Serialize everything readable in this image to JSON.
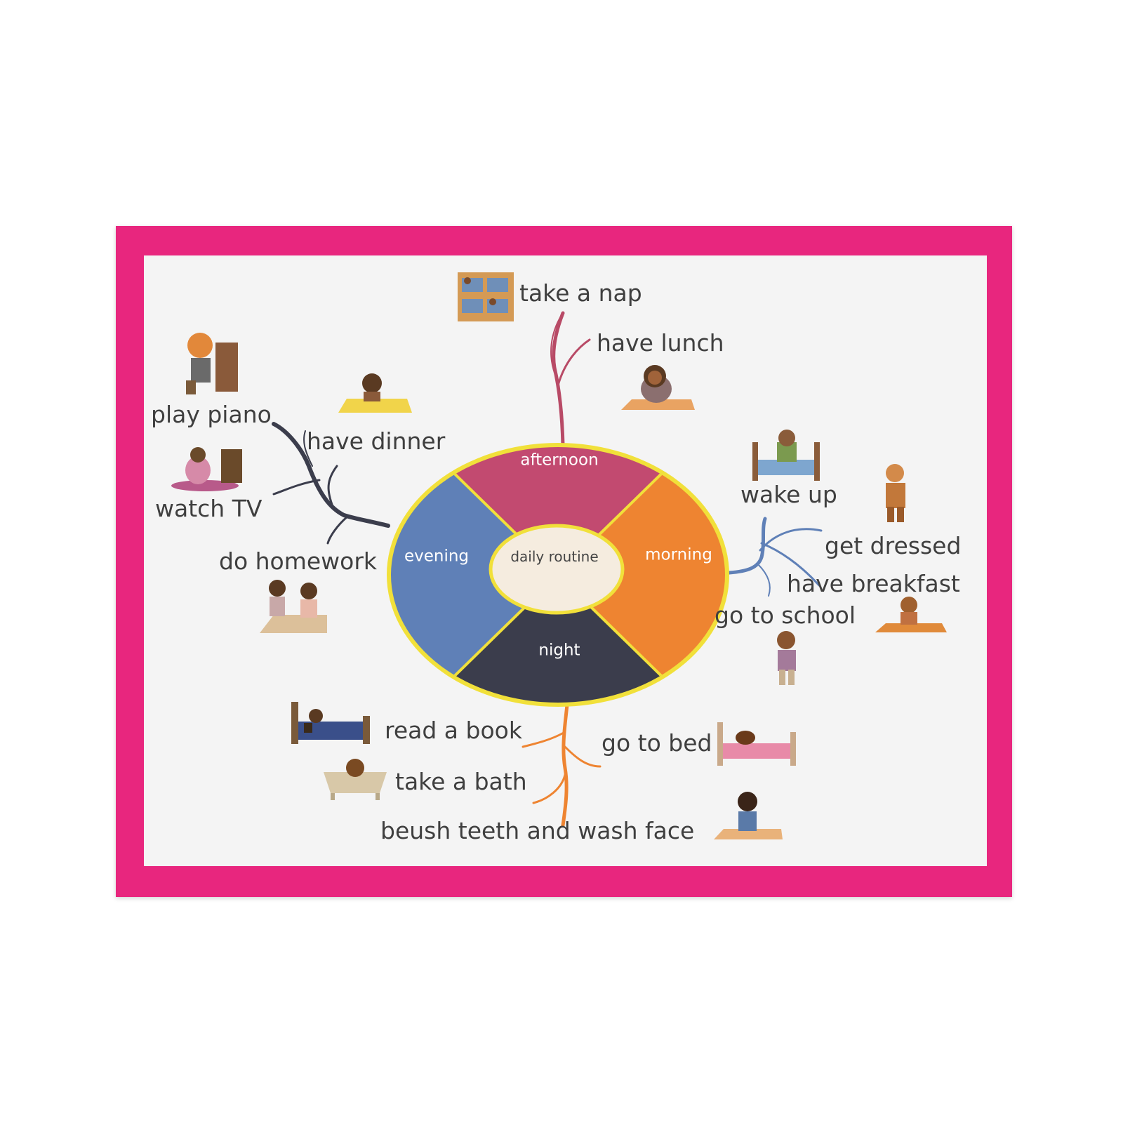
{
  "center": {
    "label": "daily routine"
  },
  "segments": {
    "afternoon": {
      "label": "afternoon",
      "color": "#c24a70"
    },
    "morning": {
      "label": "morning",
      "color": "#ee8431"
    },
    "night": {
      "label": "night",
      "color": "#3b3d4c"
    },
    "evening": {
      "label": "evening",
      "color": "#5f80b7"
    }
  },
  "branches": {
    "afternoon": {
      "color": "#b84a66",
      "items": [
        "take a nap",
        "have lunch"
      ]
    },
    "morning": {
      "color": "#5f80b7",
      "items": [
        "wake up",
        "get dressed",
        "have breakfast",
        "go to school"
      ]
    },
    "night": {
      "color": "#ee8431",
      "items": [
        "read a book",
        "go to bed",
        "take a bath",
        "beush teeth and wash face"
      ]
    },
    "evening": {
      "color": "#3b3d4c",
      "items": [
        "play piano",
        "have dinner",
        "watch TV",
        "do homework"
      ]
    }
  },
  "colors": {
    "frame": "#e8267e",
    "ring_border": "#f1e03a",
    "canvas": "#f4f4f4"
  },
  "icons": [
    "children-napping-icon",
    "girl-eating-lunch-icon",
    "boy-waking-up-icon",
    "boy-dressing-icon",
    "boy-eating-breakfast-icon",
    "girl-going-to-school-icon",
    "child-reading-in-bed-icon",
    "child-going-to-bed-icon",
    "child-in-bathtub-icon",
    "child-brushing-teeth-icon",
    "boy-playing-piano-icon",
    "girl-eating-dinner-icon",
    "girl-watching-tv-icon",
    "children-doing-homework-icon"
  ]
}
